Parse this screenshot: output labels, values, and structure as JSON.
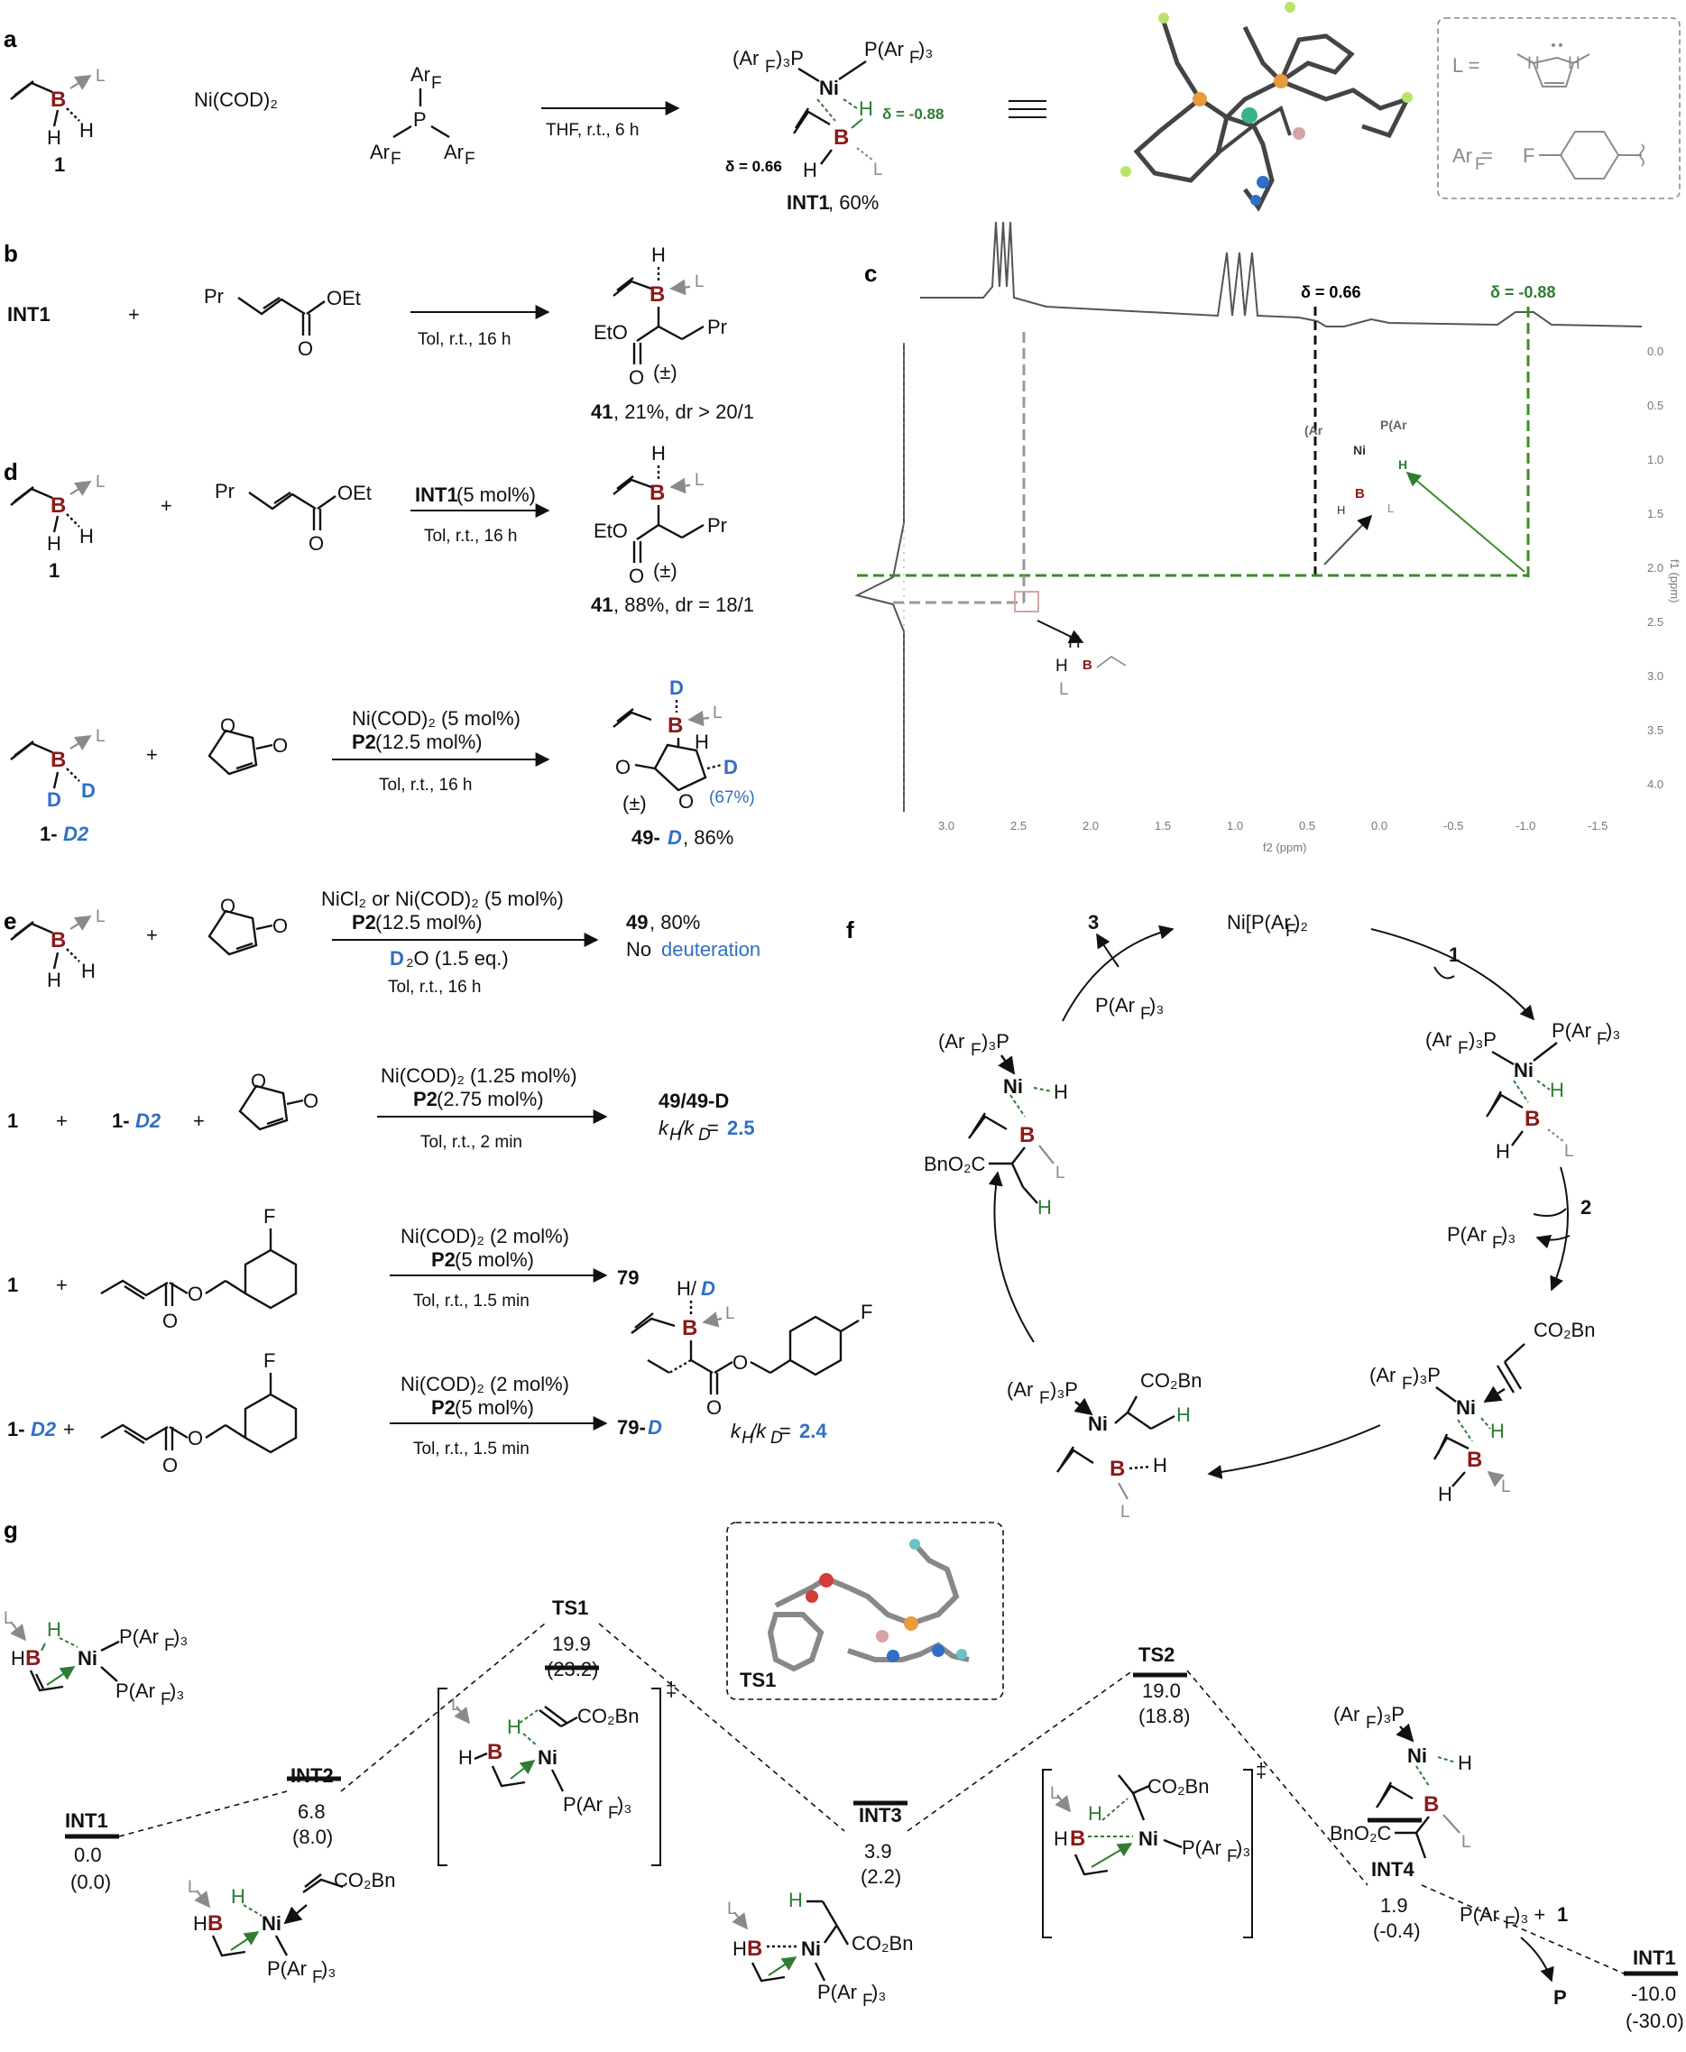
{
  "labels": {
    "a": "a",
    "b": "b",
    "c": "c",
    "d": "d",
    "e": "e",
    "f": "f",
    "g": "g"
  },
  "common": {
    "B": "B",
    "H": "H",
    "D": "D",
    "L": "L",
    "Ni": "Ni",
    "P": "P",
    "F": "F"
  },
  "panel_a": {
    "cmpd1": "1",
    "nicod": "Ni(COD)₂",
    "arf_top": "Ar",
    "arf_left": "Ar",
    "arf_right": "Ar",
    "sub_F": "F",
    "conditions": "THF, r.t., 6 h",
    "int1_label": "INT1",
    "int1_yield": ", 60%",
    "paf_left": "(Ar",
    "paf_left2": ")₃P",
    "paf_right": "P(Ar",
    "paf_right2": ")₃",
    "delta_left": "δ = 0.66",
    "delta_right": "δ = -0.88",
    "legend_L": "L =",
    "legend_ArF": "Ar",
    "legend_eq": " ="
  },
  "panel_b": {
    "int1": "INT1",
    "plus": "+",
    "Pr": "Pr",
    "OEt": "OEt",
    "O": "O",
    "EtO": "EtO",
    "rac": "(±)",
    "cond1": "Tol, r.t., 16 h",
    "cond2_cat": "INT1",
    "cond2_mol": " (5 mol%)",
    "cond2": "Tol, r.t., 16 h",
    "prod1": "41",
    "prod1_y": ", 21%, dr > 20/1",
    "prod2": "41",
    "prod2_y": ", 88%, dr = 18/1",
    "cmpd1": "1"
  },
  "panel_c": {
    "delta_left": "δ = 0.66",
    "delta_right": "δ = -0.88",
    "x_ticks": [
      "3.0",
      "2.5",
      "2.0",
      "1.5",
      "1.0",
      "0.5",
      "0.0",
      "-0.5",
      "-1.0",
      "-1.5"
    ],
    "y_ticks": [
      "0.0",
      "0.5",
      "1.0",
      "1.5",
      "2.0",
      "2.5",
      "3.0",
      "3.5",
      "4.0"
    ],
    "x_label": "f2 (ppm)",
    "y_label": "f1 (ppm)"
  },
  "panel_d": {
    "cmpd": "1-",
    "cmpd_D2": "D2",
    "cat1": "Ni(COD)₂ (5 mol%)",
    "lig1": "P2",
    "lig1_mol": " (12.5 mol%)",
    "cond1": "Tol, r.t., 16 h",
    "prod1": "49-",
    "prod1_D": "D",
    "prod1_y": ", 86%",
    "pct": "(67%)",
    "rac": "(±)",
    "O": "O",
    "cat2": "NiCl₂ or Ni(COD)₂ (5 mol%)",
    "lig2": "P2",
    "lig2_mol": " (12.5 mol%)",
    "d2o_D": "D",
    "d2o": "₂O (1.5 eq.)",
    "cond2": "Tol, r.t., 16 h",
    "prod2": "49",
    "prod2_y": ", 80%",
    "no": "No ",
    "deut": "deuteration",
    "cmpd1": "1"
  },
  "panel_e": {
    "one": "1",
    "plus": "+",
    "d2": "1-",
    "d2b": "D2",
    "cat1": "Ni(COD)₂ (1.25 mol%)",
    "lig1": "P2",
    "lig1_mol": " (2.75 mol%)",
    "cond1": "Tol, r.t., 2 min",
    "prod1": "49/49-D",
    "kie1_lbl": "k",
    "kie1_sub": "H",
    "kie1_mid": "/k",
    "kie1_sub2": "D",
    "kie1_eq": " = ",
    "kie1_val": "2.5",
    "cat2": "Ni(COD)₂ (2 mol%)",
    "lig2": "P2",
    "lig2_mol": " (5 mol%)",
    "cond2": "Tol, r.t., 1.5 min",
    "cat3": "Ni(COD)₂ (2 mol%)",
    "lig3": "P2",
    "lig3_mol": " (5 mol%)",
    "cond3": "Tol, r.t., 1.5 min",
    "prod2": "79",
    "prod3": "79-",
    "prod3_D": "D",
    "hd": "H/",
    "hd_D": "D",
    "kie2_val": "2.4",
    "O": "O"
  },
  "panel_f": {
    "top": "Ni[P(Ar",
    "top2": ")₂",
    "in1": "1",
    "in2": "2",
    "out3": "3",
    "lost1": "P(Ar",
    "lost1b": ")₃",
    "lost2": "P(Ar",
    "lost2b": ")₃",
    "paf": "(Ar",
    "paf2": ")₃P",
    "co2bn": "CO₂Bn",
    "bno2c": "BnO₂C"
  },
  "panel_g": {
    "states": [
      {
        "name": "INT1",
        "e1": "0.0",
        "e2": "(0.0)"
      },
      {
        "name": "INT2",
        "e1": "6.8",
        "e2": "(8.0)"
      },
      {
        "name": "TS1",
        "e1": "19.9",
        "e2": "(23.2)"
      },
      {
        "name": "INT3",
        "e1": "3.9",
        "e2": "(2.2)"
      },
      {
        "name": "TS2",
        "e1": "19.0",
        "e2": "(18.8)"
      },
      {
        "name": "INT4",
        "e1": "1.9",
        "e2": "(-0.4)"
      },
      {
        "name": "INT1",
        "e1": "-10.0",
        "e2": "(-30.0)"
      }
    ],
    "ts1_box": "TS1",
    "dagger": "‡",
    "plus1": "P(Ar",
    "plus1b": ")₃ + ",
    "plus1c": "1",
    "P": "P",
    "co2bn": "CO₂Bn",
    "bno2c": "BnO₂C",
    "paf": "P(Ar",
    "paf2": ")₃",
    "hb": "H",
    "paf_l": "(Ar",
    "paf_l2": ")₃P"
  },
  "colors": {
    "boron": "#8b1a1a",
    "deuterium": "#2f6fc4",
    "hydride": "#2e7d32",
    "ligand": "#8a8a8a"
  }
}
